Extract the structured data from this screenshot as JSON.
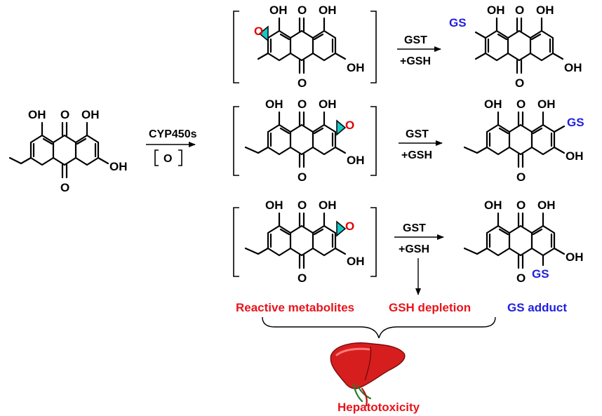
{
  "colors": {
    "gs": "#1f1fe0",
    "reactive": "#e8141b",
    "epoxide_oxygen": "#e00000",
    "epoxide_fill": "#19c6c6",
    "liver": "#d71e1e"
  },
  "atoms": {
    "oh": "OH",
    "o": "O",
    "gs": "GS"
  },
  "conditions": {
    "cyp": "CYP450s",
    "oxidant": "O",
    "gst": "GST",
    "gsh": "+GSH"
  },
  "labels": {
    "reactive_metabolites": "Reactive metabolites",
    "gsh_depletion": "GSH depletion",
    "gs_adduct": "GS adduct",
    "hepatotoxicity": "Hepatotoxicity"
  },
  "icons": {
    "liver": "liver-icon"
  }
}
